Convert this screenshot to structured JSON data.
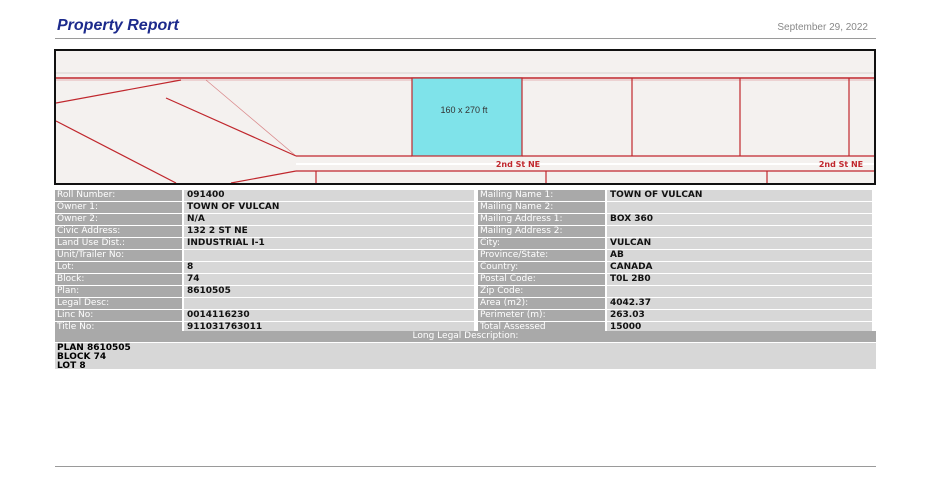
{
  "header": {
    "title": "Property Report",
    "date": "September 29, 2022"
  },
  "map": {
    "parcel_label": "160 x 270 ft",
    "street_label_1": "2nd St NE",
    "street_label_2": "2nd St NE",
    "colors": {
      "parcel_fill": "#7fe3ea",
      "parcel_outline": "#c0272d",
      "background": "#f4f1ef"
    }
  },
  "left_fields": [
    {
      "label": "Roll Number:",
      "value": "091400"
    },
    {
      "label": "Owner 1:",
      "value": "TOWN OF VULCAN"
    },
    {
      "label": "Owner 2:",
      "value": "N/A"
    },
    {
      "label": "Civic Address:",
      "value": "132 2 ST NE"
    },
    {
      "label": "Land Use Dist.:",
      "value": "INDUSTRIAL I-1"
    },
    {
      "label": "Unit/Trailer No:",
      "value": ""
    },
    {
      "label": "Lot:",
      "value": "8"
    },
    {
      "label": "Block:",
      "value": "74"
    },
    {
      "label": "Plan:",
      "value": "8610505"
    },
    {
      "label": "Legal Desc:",
      "value": ""
    },
    {
      "label": "Linc No:",
      "value": "0014116230"
    },
    {
      "label": "Title No:",
      "value": "911031763011"
    }
  ],
  "right_fields": [
    {
      "label": "Mailing Name 1:",
      "value": "TOWN OF VULCAN"
    },
    {
      "label": "Mailing Name 2:",
      "value": ""
    },
    {
      "label": "Mailing Address 1:",
      "value": "BOX 360"
    },
    {
      "label": "Mailing Address 2:",
      "value": ""
    },
    {
      "label": "City:",
      "value": "VULCAN"
    },
    {
      "label": "Province/State:",
      "value": "AB"
    },
    {
      "label": "Country:",
      "value": "CANADA"
    },
    {
      "label": "Postal Code:",
      "value": "T0L 2B0"
    },
    {
      "label": "Zip Code:",
      "value": ""
    },
    {
      "label": "Area (m2):",
      "value": "4042.37"
    },
    {
      "label": "Perimeter (m):",
      "value": "263.03"
    },
    {
      "label": "Total Assessed",
      "value": "15000"
    }
  ],
  "long_legal": {
    "heading": "Long Legal Description:",
    "lines": [
      "PLAN 8610505",
      "BLOCK 74",
      "LOT 8"
    ]
  }
}
